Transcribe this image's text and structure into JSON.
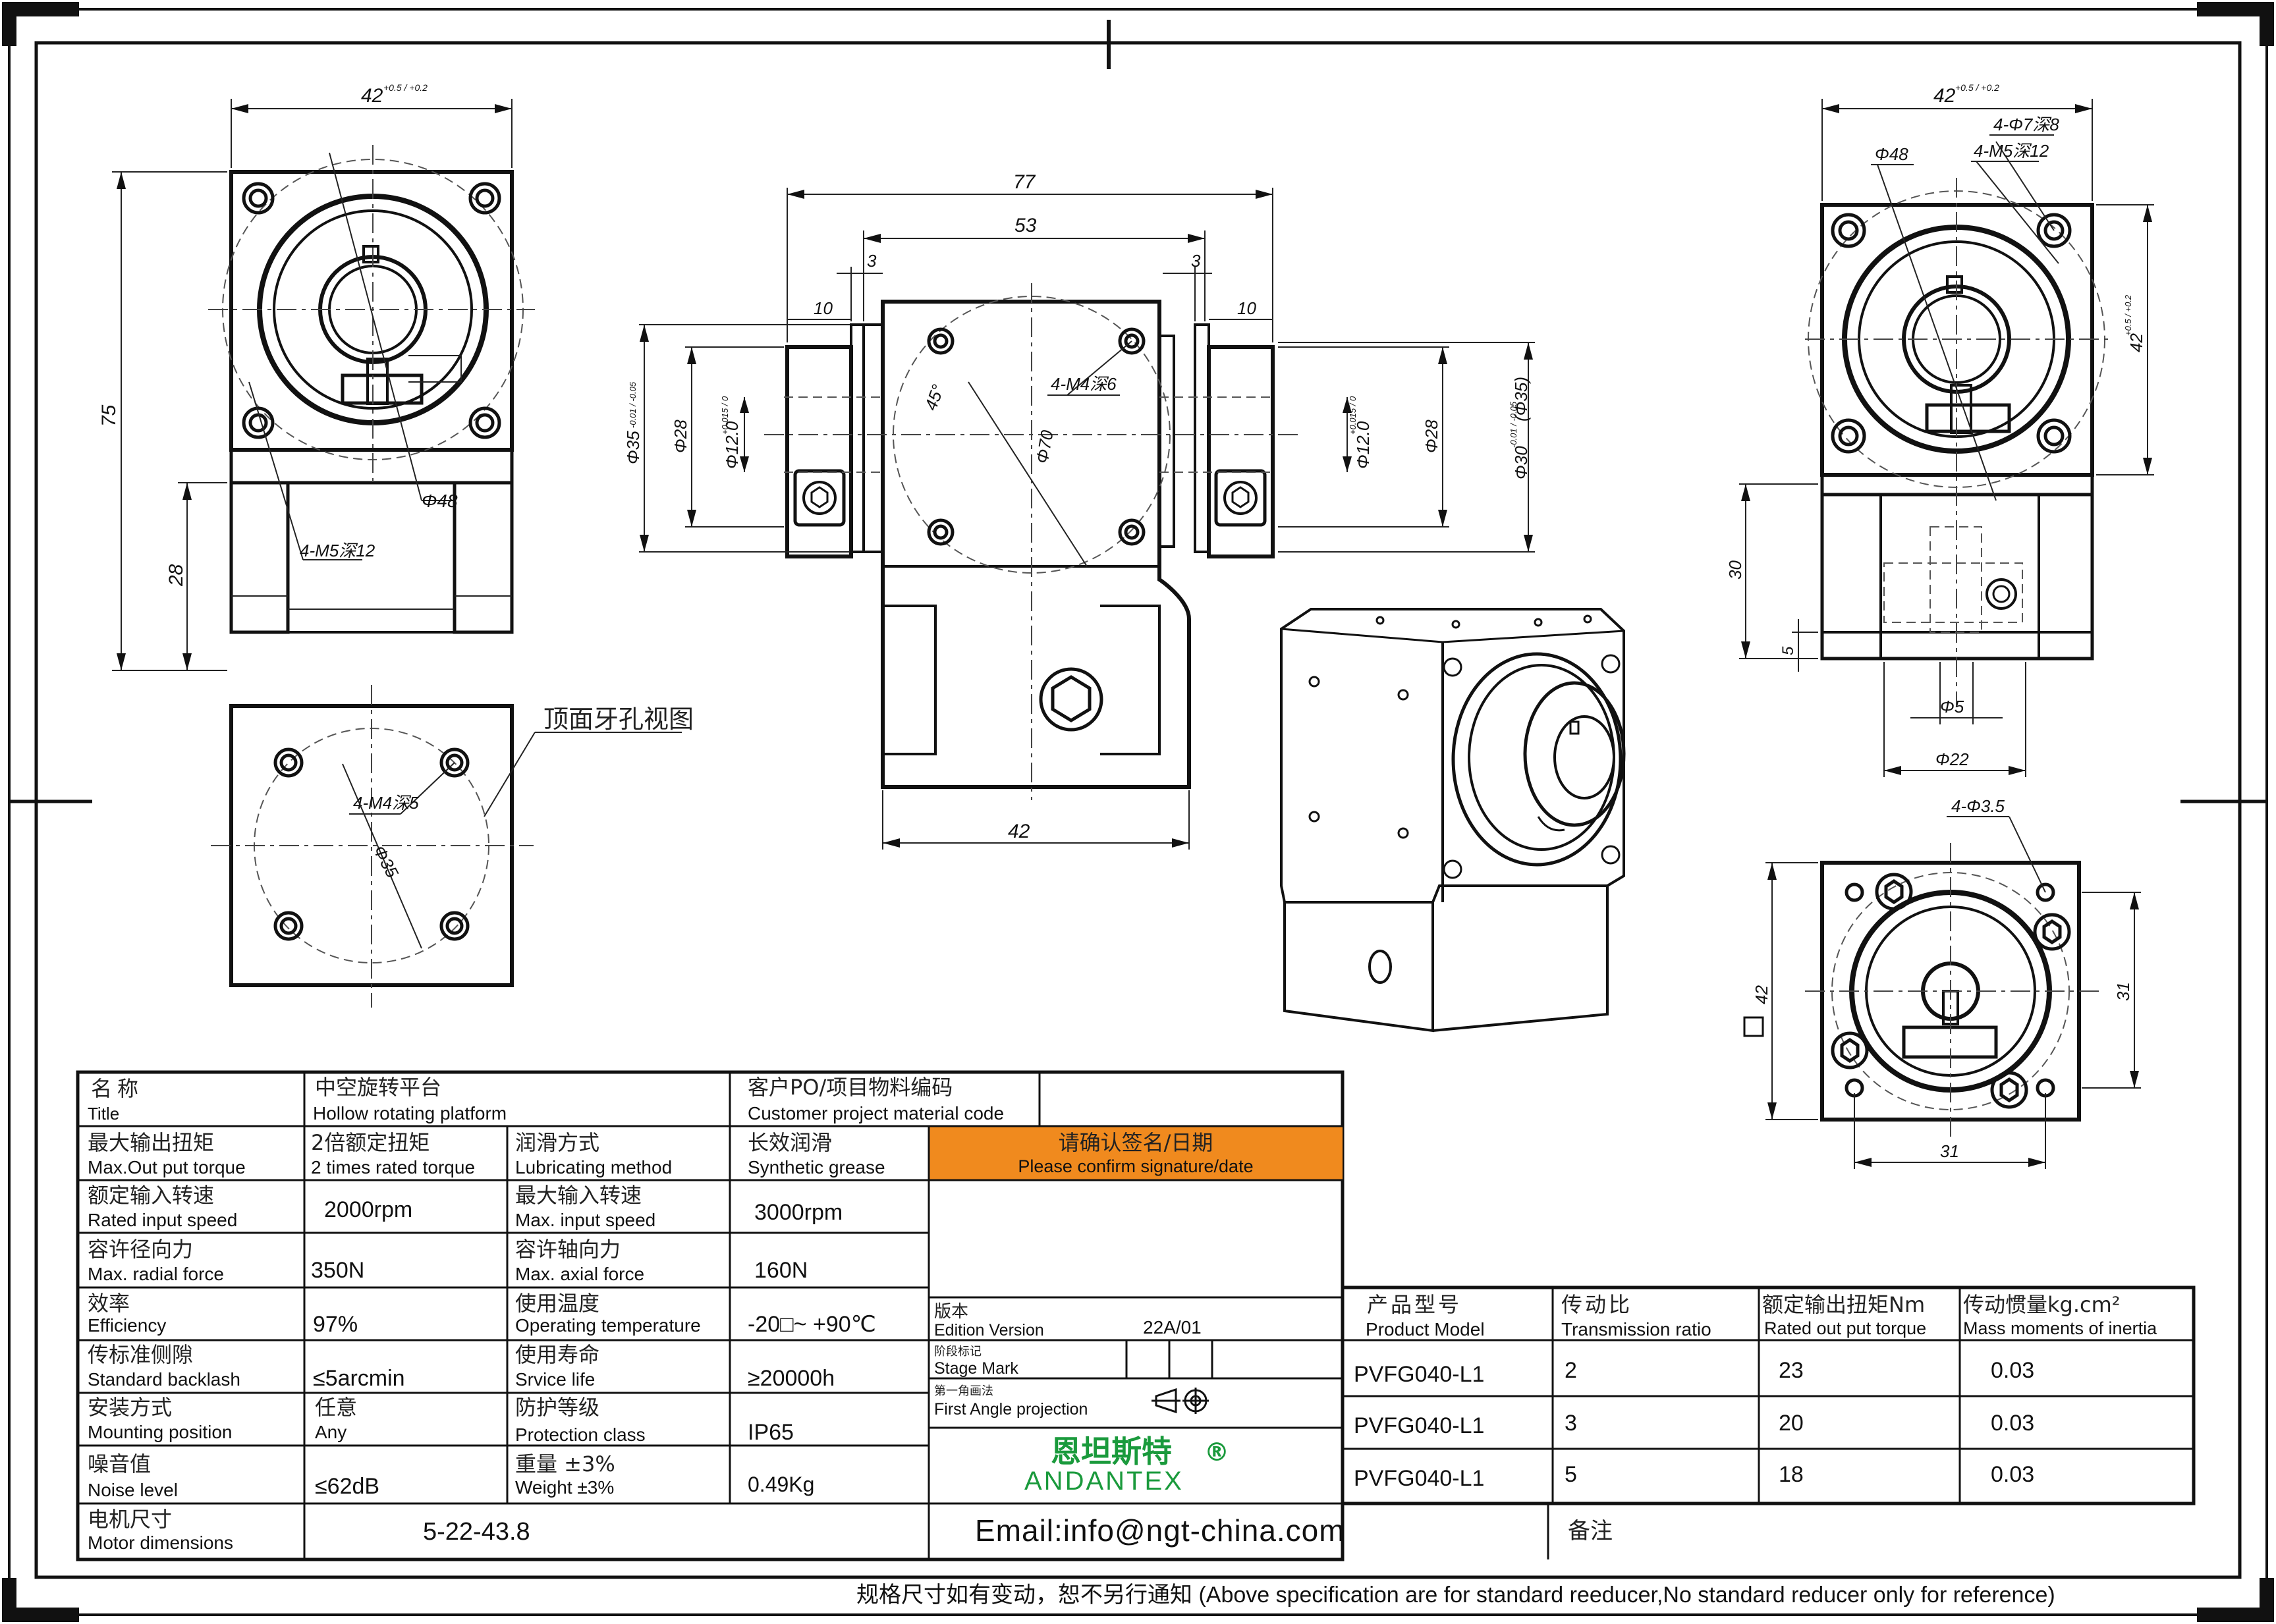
{
  "top_view": {
    "width_dim": "42",
    "width_tol": "+0.5 / +0.2",
    "height_dim": "75",
    "lower_dim": "28",
    "bore_dim": "Φ48",
    "thread_note": "4-M5深12"
  },
  "front_view": {
    "overall_dim": "77",
    "inner_dim": "53",
    "gap_left": "3",
    "gap_right": "3",
    "hub_left": "10",
    "hub_right": "10",
    "hole_note": "4-M4深6",
    "angle": "45°",
    "circle_dim": "Φ70",
    "left_dia": "Φ28",
    "left_bore": "Φ12.0",
    "left_bore_tol": "+0.015 / 0",
    "left_od": "Φ35",
    "left_od_tol": "-0.01 / -0.05",
    "right_dia": "Φ28",
    "right_bore": "Φ12.0",
    "right_bore_tol": "+0.015 / 0",
    "right_od": "Φ30",
    "right_od_tol": "-0.01 / -0.05",
    "right_od_ref": "(Φ35)",
    "base_dim": "42"
  },
  "top_hole_view": {
    "label": "顶面牙孔视图",
    "thread_note": "4-M4深5",
    "circle_dim": "Φ35"
  },
  "side_view": {
    "width_dim": "42",
    "width_tol": "+0.5 / +0.2",
    "hole_note_1": "4-Φ7深8",
    "hole_note_2": "4-M5深12",
    "bore_dim": "Φ48",
    "height_dim": "30",
    "small_dim": "5",
    "shaft_dim": "Φ5",
    "base_dim": "Φ22"
  },
  "bottom_view": {
    "hole_note": "4-Φ3.5",
    "square_dim": "42",
    "pitch_v": "31",
    "pitch_h": "31"
  },
  "spec_table": {
    "title_cn": "名称",
    "title_en": "Title",
    "title_val_cn": "中空旋转平台",
    "title_val_en": "Hollow rotating platform",
    "customer_cn": "客户PO/项目物料编码",
    "customer_en": "Customer project material code",
    "rows": [
      {
        "l_cn": "最大输出扭矩",
        "l_en": "Max.Out put torque",
        "v_cn": "2倍额定扭矩",
        "v_en": "2 times rated torque",
        "r_cn": "润滑方式",
        "r_en": "Lubricating method",
        "rv_cn": "长效润滑",
        "rv_en": "Synthetic grease"
      },
      {
        "l_cn": "额定输入转速",
        "l_en": "Rated input speed",
        "v": "2000rpm",
        "r_cn": "最大输入转速",
        "r_en": "Max. input speed",
        "rv": "3000rpm"
      },
      {
        "l_cn": "容许径向力",
        "l_en": "Max. radial force",
        "v": "350N",
        "r_cn": "容许轴向力",
        "r_en": "Max. axial force",
        "rv": "160N"
      },
      {
        "l_cn": "效率",
        "l_en": "Efficiency",
        "v": "97%",
        "r_cn": "使用温度",
        "r_en": "Operating temperature",
        "rv": "-20□~ +90℃"
      },
      {
        "l_cn": "传标准侧隙",
        "l_en": "Standard backlash",
        "v": "≤5arcmin",
        "r_cn": "使用寿命",
        "r_en": "Srvice life",
        "rv": "≥20000h"
      },
      {
        "l_cn": "安装方式",
        "l_en": "Mounting position",
        "v_cn": "任意",
        "v_en": "Any",
        "r_cn": "防护等级",
        "r_en": "Protection class",
        "rv": "IP65"
      },
      {
        "l_cn": "噪音值",
        "l_en": "Noise level",
        "v": "≤62dB",
        "r_cn": "重量 ±3%",
        "r_en": "Weight ±3%",
        "rv": "0.49Kg"
      }
    ],
    "motor_cn": "电机尺寸",
    "motor_en": "Motor dimensions",
    "motor_val": "5-22-43.8"
  },
  "confirm": {
    "cn": "请确认签名/日期",
    "en": "Please confirm signature/date",
    "color": "#f08a1e"
  },
  "edition": {
    "cn": "版本",
    "en": "Edition Version",
    "value": "22A/01",
    "stage_cn": "阶段标记",
    "stage_en": "Stage Mark",
    "proj_cn": "第一角画法",
    "proj_en": "First Angle projection"
  },
  "brand": {
    "cn": "恩坦斯特",
    "mark": "®",
    "en": "ANDANTEX",
    "color": "#1a9a3c"
  },
  "model_table": {
    "headers": [
      {
        "cn": "产品型号",
        "en": "Product Model"
      },
      {
        "cn": "传动比",
        "en": "Transmission ratio"
      },
      {
        "cn": "额定输出扭矩Nm",
        "en": "Rated out put torque"
      },
      {
        "cn": "传动惯量kg.cm²",
        "en": "Mass moments of inertia"
      }
    ],
    "rows": [
      {
        "model": "PVFG040-L1",
        "ratio": "2",
        "torque": "23",
        "inertia": "0.03"
      },
      {
        "model": "PVFG040-L1",
        "ratio": "3",
        "torque": "20",
        "inertia": "0.03"
      },
      {
        "model": "PVFG040-L1",
        "ratio": "5",
        "torque": "18",
        "inertia": "0.03"
      }
    ]
  },
  "email": "Email:info@ngt-china.com",
  "remark": "备注",
  "footer": "规格尺寸如有变动，恕不另行通知  (Above specification are for standard reeducer,No standard reducer only for reference)"
}
